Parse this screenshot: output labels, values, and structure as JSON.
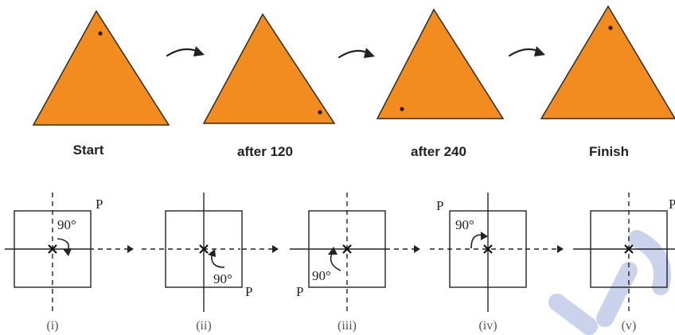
{
  "top_row": {
    "captions": [
      "Start",
      "after 120",
      "after 240",
      "Finish"
    ]
  },
  "bottom_row": {
    "point_label": "P",
    "angle_label": "90°",
    "numerals": [
      "(i)",
      "(ii)",
      "(iii)",
      "(iv)",
      "(v)"
    ]
  },
  "colors": {
    "triangle_fill": "#f28c1e",
    "watermark": "#b9c3e6"
  }
}
